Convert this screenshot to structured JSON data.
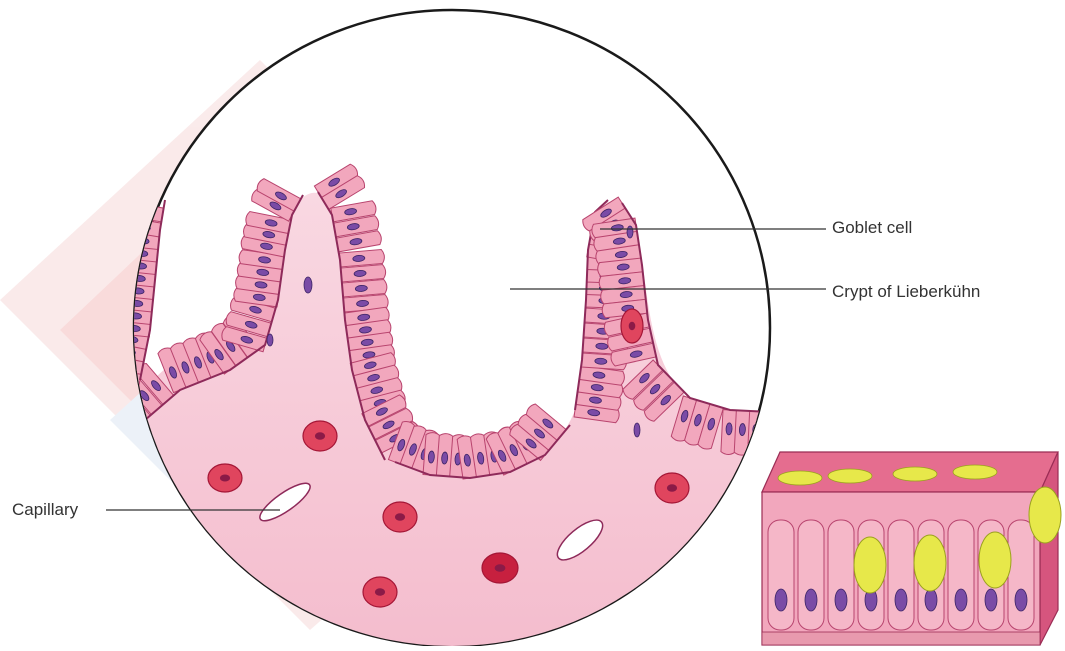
{
  "labels": {
    "goblet_cell": "Goblet cell",
    "crypt": "Crypt of Lieberkühn",
    "capillary": "Capillary"
  },
  "colors": {
    "tissue_light": "#f6c9d6",
    "cell_fill": "#f2a7bd",
    "cell_stroke": "#b8446e",
    "nucleus": "#7a4ba6",
    "nucleus_stroke": "#3d2466",
    "membrane": "#8e2a5a",
    "rbc": "#e0455e",
    "rbc_dark": "#c7203f",
    "goblet_mucus": "#e7e84a",
    "circle_outline": "#1a1a1a",
    "watermark": "#e9b9bd"
  }
}
